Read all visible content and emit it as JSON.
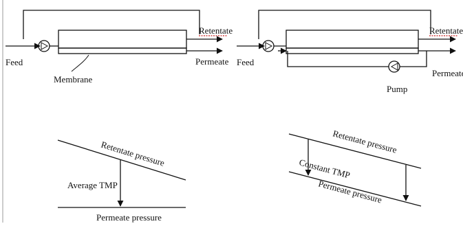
{
  "labels": {
    "feed": "Feed",
    "retentate": "Retentate",
    "permeate": "Permeate",
    "membrane": "Membrane",
    "pump": "Pump",
    "retentate_pressure": "Retentate pressure",
    "permeate_pressure": "Permeate pressure",
    "average_tmp": "Average TMP",
    "constant_tmp": "Constant TMP"
  },
  "colors": {
    "line": "#111111",
    "underline_highlight": "#cc2222",
    "page_edge": "#9a9a9a"
  }
}
